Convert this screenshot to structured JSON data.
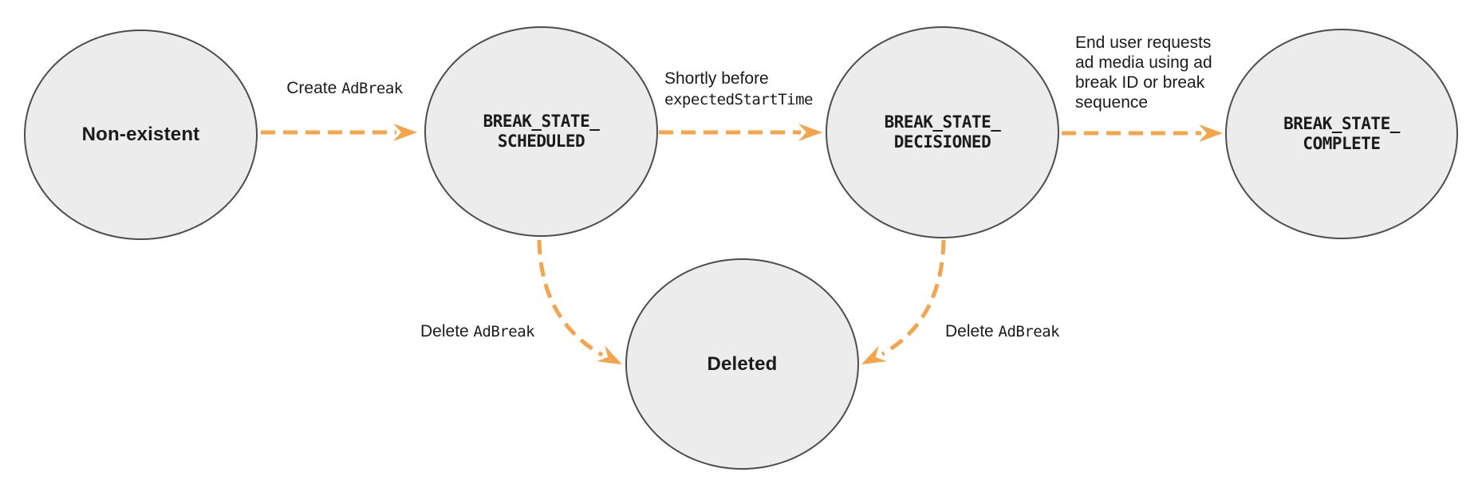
{
  "diagram": {
    "colors": {
      "arrow": "#F6A44A",
      "circle_fill": "#ECECEC",
      "circle_border": "#4D4D4D",
      "text": "#1B1B1B"
    },
    "states": [
      {
        "label": "Non-existent"
      },
      {
        "lines": [
          "BREAK_STATE_",
          "SCHEDULED"
        ]
      },
      {
        "lines": [
          "BREAK_STATE_",
          "DECISIONED"
        ]
      },
      {
        "lines": [
          "BREAK_STATE_",
          "COMPLETE"
        ]
      },
      {
        "label": "Deleted"
      }
    ],
    "transitions": [
      {
        "sans": "Create",
        "mono": "AdBreak"
      },
      {
        "sans": "Shortly before",
        "mono": "expectedStartTime"
      },
      {
        "text": "End user requests ad media using ad break ID or break sequence"
      },
      {
        "sans": "Delete",
        "mono": "AdBreak"
      },
      {
        "sans": "Delete",
        "mono": "AdBreak"
      }
    ]
  }
}
